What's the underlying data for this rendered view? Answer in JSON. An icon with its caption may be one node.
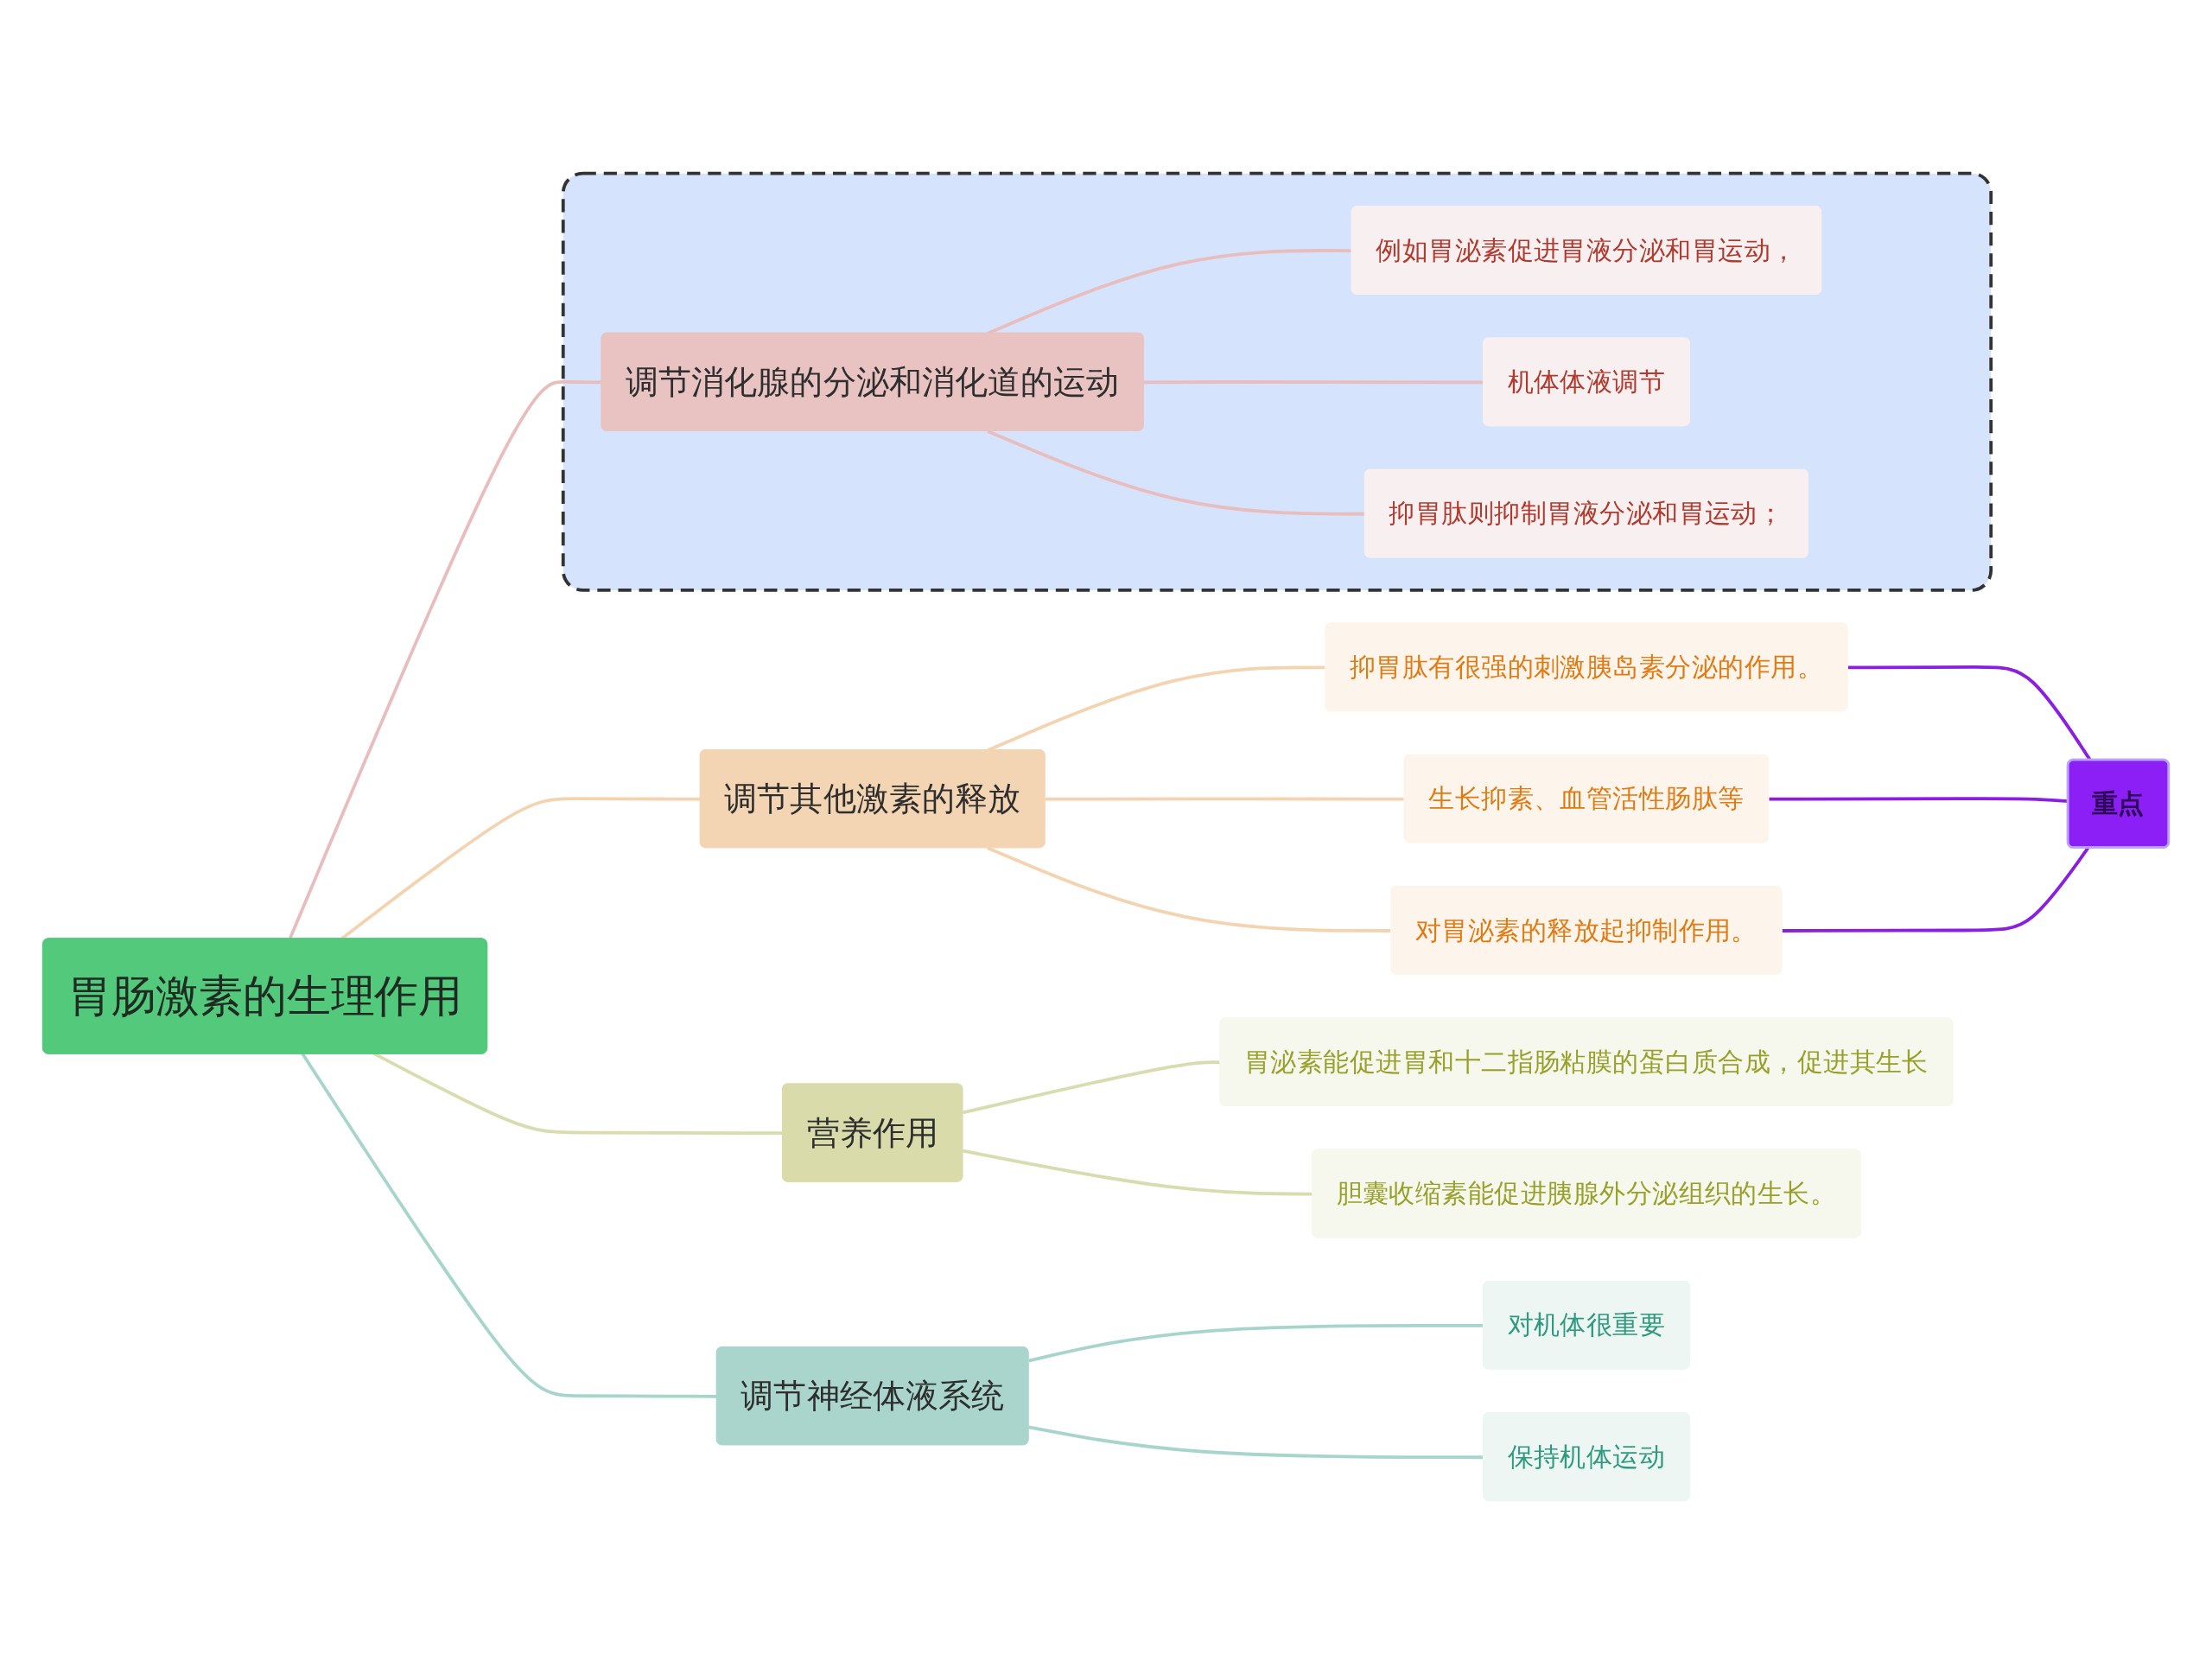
{
  "diagram": {
    "nodes": [
      {
        "text": [
          "胃肠激素的生理作用"
        ]
      },
      {
        "text": [],
        "shape": "box"
      },
      {
        "text": [
          "调节消化腺的分泌和消化道的运动"
        ],
        "in": 1
      },
      {
        "text": [
          "例如胃泌素促进胃液分泌和胃运动，"
        ],
        "in": 1
      },
      {
        "text": [
          "机体体液调节"
        ],
        "in": 1
      },
      {
        "text": [
          "抑胃肽则抑制胃液分泌和胃运动；"
        ],
        "in": 1
      },
      {
        "text": [
          "调节其他激素的释放"
        ]
      },
      {
        "text": [
          "抑胃肽有很强的刺激胰岛素分泌的作用。"
        ]
      },
      {
        "text": [
          "生长抑素、血管活性肠肽等"
        ]
      },
      {
        "text": [
          "对胃泌素的释放起抑制作用。"
        ]
      },
      {
        "text": [
          "重点"
        ]
      },
      {
        "text": [
          "营养作用"
        ]
      },
      {
        "text": [
          "胃泌素能促进胃和十二指肠粘膜的蛋白质合成，促进其生长"
        ]
      },
      {
        "text": [
          "胆囊收缩素能促进胰腺外分泌组织的生长。"
        ]
      },
      {
        "text": [
          "调节神经体液系统"
        ]
      },
      {
        "text": [
          "对机体很重要"
        ]
      },
      {
        "text": [
          "保持机体运动"
        ]
      }
    ],
    "edges": [
      {
        "from": 0,
        "to": 2,
        "arrow": "none",
        "color": "#e8bdbd"
      },
      {
        "from": 2,
        "to": 3,
        "arrow": "none",
        "color": "#e8bdbd"
      },
      {
        "from": 2,
        "to": 4,
        "arrow": "none",
        "color": "#e8bdbd"
      },
      {
        "from": 2,
        "to": 5,
        "arrow": "none",
        "color": "#e8bdbd"
      },
      {
        "from": 0,
        "to": 6,
        "arrow": "none",
        "color": "#f3d3b0"
      },
      {
        "from": 6,
        "to": 7,
        "arrow": "none",
        "color": "#f3d3b0"
      },
      {
        "from": 6,
        "to": 8,
        "arrow": "none",
        "color": "#f3d3b0"
      },
      {
        "from": 6,
        "to": 9,
        "arrow": "none",
        "color": "#f3d3b0"
      },
      {
        "from": 7,
        "to": 10,
        "arrow": "none",
        "color": "#8a1fe0"
      },
      {
        "from": 8,
        "to": 10,
        "arrow": "none",
        "color": "#8a1fe0"
      },
      {
        "from": 9,
        "to": 10,
        "arrow": "none",
        "color": "#8a1fe0"
      },
      {
        "from": 0,
        "to": 11,
        "arrow": "none",
        "color": "#d8dcae"
      },
      {
        "from": 11,
        "to": 12,
        "arrow": "none",
        "color": "#d8dcae"
      },
      {
        "from": 11,
        "to": 13,
        "arrow": "none",
        "color": "#d8dcae"
      },
      {
        "from": 0,
        "to": 14,
        "arrow": "none",
        "color": "#a8d5cb"
      },
      {
        "from": 14,
        "to": 15,
        "arrow": "none",
        "color": "#a8d5cb"
      },
      {
        "from": 14,
        "to": 16,
        "arrow": "none",
        "color": "#a8d5cb"
      }
    ]
  }
}
